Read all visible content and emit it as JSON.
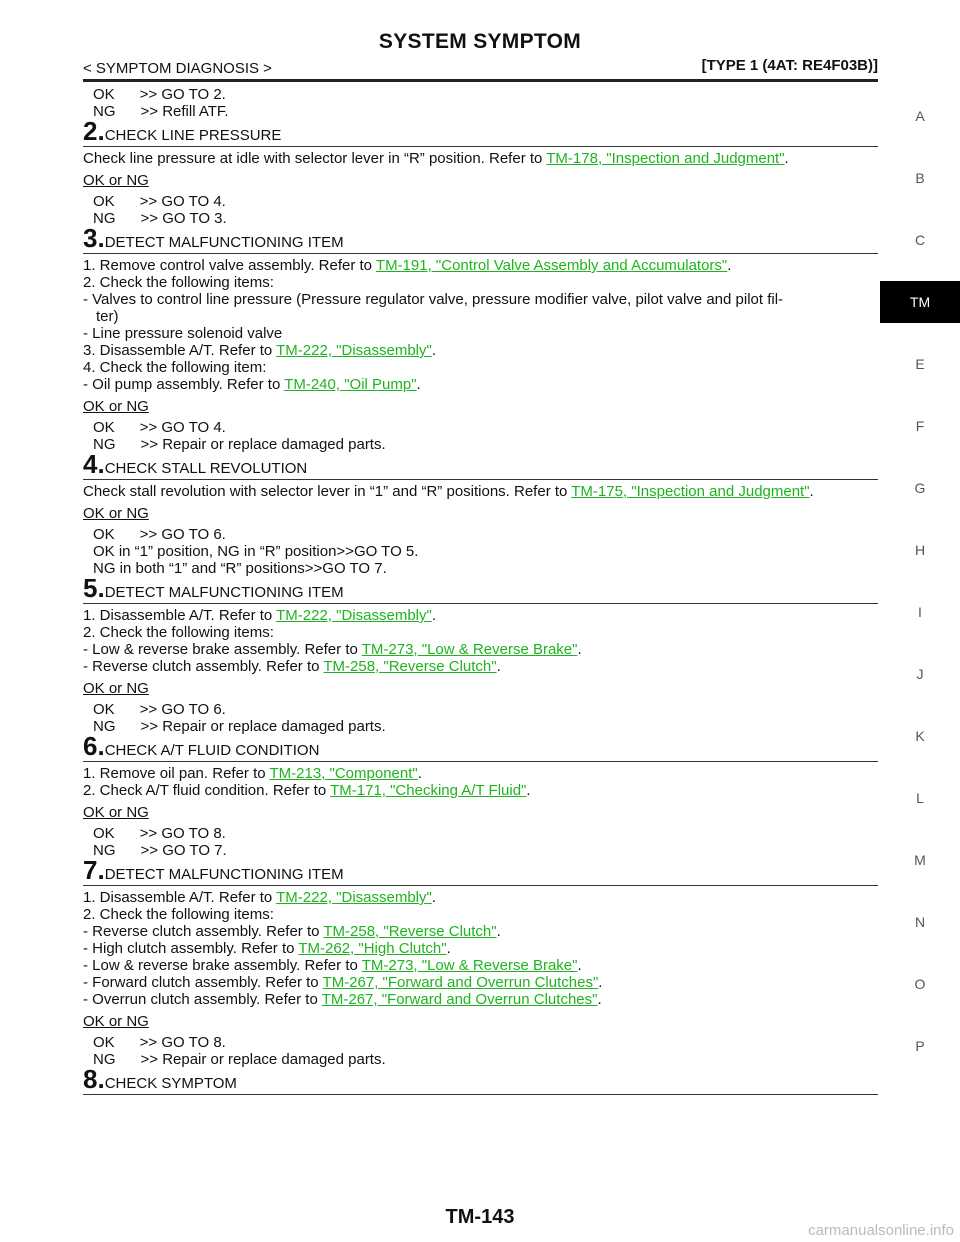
{
  "header": {
    "title": "SYSTEM SYMPTOM",
    "left": "< SYMPTOM DIAGNOSIS >",
    "right": "[TYPE 1 (4AT: RE4F03B)]"
  },
  "sidebar": [
    "A",
    "B",
    "C",
    "TM",
    "E",
    "F",
    "G",
    "H",
    "I",
    "J",
    "K",
    "L",
    "M",
    "N",
    "O",
    "P"
  ],
  "top_lines": [
    "OK      >> GO TO 2.",
    "NG      >> Refill ATF."
  ],
  "okng_label": "OK or NG",
  "steps": {
    "s2": {
      "num": "2.",
      "title": "CHECK LINE PRESSURE",
      "text_pre": "Check line pressure at idle with selector lever in “R” position. Refer to ",
      "link": "TM-178, \"Inspection and Judgment\"",
      "ok": "OK      >> GO TO 4.",
      "ng": "NG      >> GO TO 3."
    },
    "s3": {
      "num": "3.",
      "title": "DETECT MALFUNCTIONING ITEM",
      "l1_pre": "1. Remove control valve assembly. Refer to ",
      "l1_link": "TM-191, \"Control Valve Assembly and Accumulators\"",
      "l2": "2. Check the following items:",
      "l3a": "- Valves to control line pressure (Pressure regulator valve, pressure modifier valve, pilot valve and pilot fil-",
      "l3b": "ter)",
      "l4": "- Line pressure solenoid valve",
      "l5_pre": "3. Disassemble A/T. Refer to ",
      "l5_link": "TM-222, \"Disassembly\"",
      "l6": "4. Check the following item:",
      "l7_pre": "- Oil pump assembly. Refer to ",
      "l7_link": "TM-240, \"Oil Pump\"",
      "ok": "OK      >> GO TO 4.",
      "ng": "NG      >> Repair or replace damaged parts."
    },
    "s4": {
      "num": "4.",
      "title": "CHECK STALL REVOLUTION",
      "text_pre": "Check stall revolution with selector lever in “1” and “R” positions. Refer to ",
      "link": "TM-175, \"Inspection and Judgment\"",
      "r1": "OK      >> GO TO 6.",
      "r2": "OK in “1” position, NG in “R” position>>GO TO 5.",
      "r3": "NG in both “1” and “R” positions>>GO TO 7."
    },
    "s5": {
      "num": "5.",
      "title": "DETECT MALFUNCTIONING ITEM",
      "l1_pre": "1. Disassemble A/T. Refer to ",
      "l1_link": "TM-222, \"Disassembly\"",
      "l2": "2. Check the following items:",
      "l3_pre": "- Low & reverse brake assembly. Refer to ",
      "l3_link": "TM-273, \"Low & Reverse Brake\"",
      "l4_pre": "- Reverse clutch assembly. Refer to ",
      "l4_link": "TM-258, \"Reverse Clutch\"",
      "ok": "OK      >> GO TO 6.",
      "ng": "NG      >> Repair or replace damaged parts."
    },
    "s6": {
      "num": "6.",
      "title": "CHECK A/T FLUID CONDITION",
      "l1_pre": "1. Remove oil pan. Refer to ",
      "l1_link": "TM-213, \"Component\"",
      "l2_pre": "2. Check A/T fluid condition. Refer to ",
      "l2_link": "TM-171, \"Checking A/T Fluid\"",
      "ok": "OK      >> GO TO 8.",
      "ng": "NG      >> GO TO 7."
    },
    "s7": {
      "num": "7.",
      "title": "DETECT MALFUNCTIONING ITEM",
      "l1_pre": "1. Disassemble A/T. Refer to ",
      "l1_link": "TM-222, \"Disassembly\"",
      "l2": "2. Check the following items:",
      "l3_pre": "- Reverse clutch assembly. Refer to ",
      "l3_link": "TM-258, \"Reverse Clutch\"",
      "l4_pre": "- High clutch assembly. Refer to ",
      "l4_link": "TM-262, \"High Clutch\"",
      "l5_pre": "- Low & reverse brake assembly. Refer to ",
      "l5_link": "TM-273, \"Low & Reverse Brake\"",
      "l6_pre": "- Forward clutch assembly. Refer to ",
      "l6_link": "TM-267, \"Forward and Overrun Clutches\"",
      "l7_pre": "- Overrun clutch assembly. Refer to ",
      "l7_link": "TM-267, \"Forward and Overrun Clutches\"",
      "ok": "OK      >> GO TO 8.",
      "ng": "NG      >> Repair or replace damaged parts."
    },
    "s8": {
      "num": "8.",
      "title": "CHECK SYMPTOM"
    }
  },
  "period": ".",
  "footer": "TM-143",
  "watermark": "carmanualsonline.info"
}
